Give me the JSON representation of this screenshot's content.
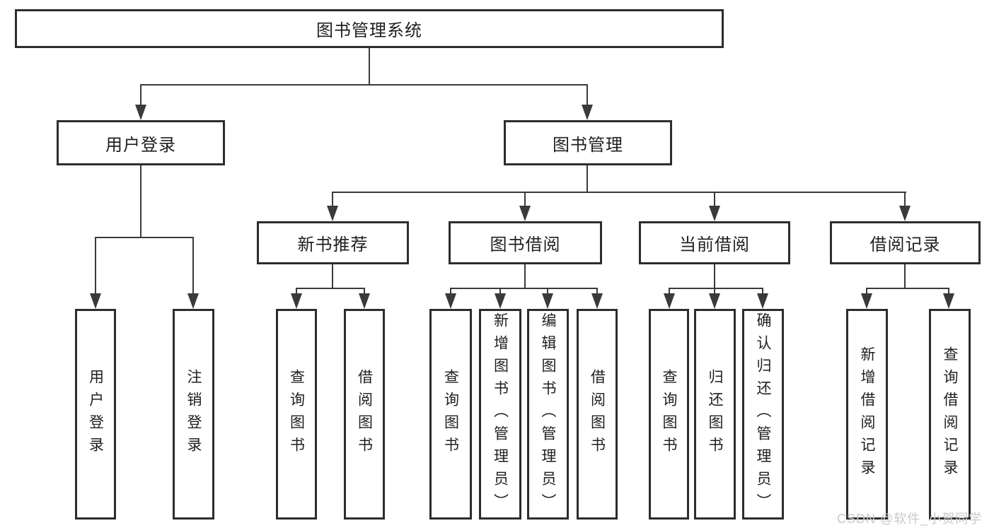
{
  "colors": {
    "background": "#ffffff",
    "line": "#3a3a3a",
    "box_border": "#2d2d2d",
    "text": "#1f1f1f",
    "watermark": "#c9c9c9"
  },
  "watermark": {
    "text": "CSDN @软件_小贺同学"
  },
  "tree": {
    "root": {
      "label": "图书管理系统"
    },
    "level2": [
      {
        "label": "用户登录",
        "children": [
          {
            "label": "用户登录"
          },
          {
            "label": "注销登录"
          }
        ]
      },
      {
        "label": "图书管理",
        "sections": [
          {
            "label": "新书推荐",
            "children": [
              {
                "label": "查询图书"
              },
              {
                "label": "借阅图书"
              }
            ]
          },
          {
            "label": "图书借阅",
            "children": [
              {
                "label": "查询图书"
              },
              {
                "label": "新增图书（管理员）"
              },
              {
                "label": "编辑图书（管理员）"
              },
              {
                "label": "借阅图书"
              }
            ]
          },
          {
            "label": "当前借阅",
            "children": [
              {
                "label": "查询图书"
              },
              {
                "label": "归还图书"
              },
              {
                "label": "确认归还（管理员）"
              }
            ]
          },
          {
            "label": "借阅记录",
            "children": [
              {
                "label": "新增借阅记录"
              },
              {
                "label": "查询借阅记录"
              }
            ]
          }
        ]
      }
    ]
  }
}
